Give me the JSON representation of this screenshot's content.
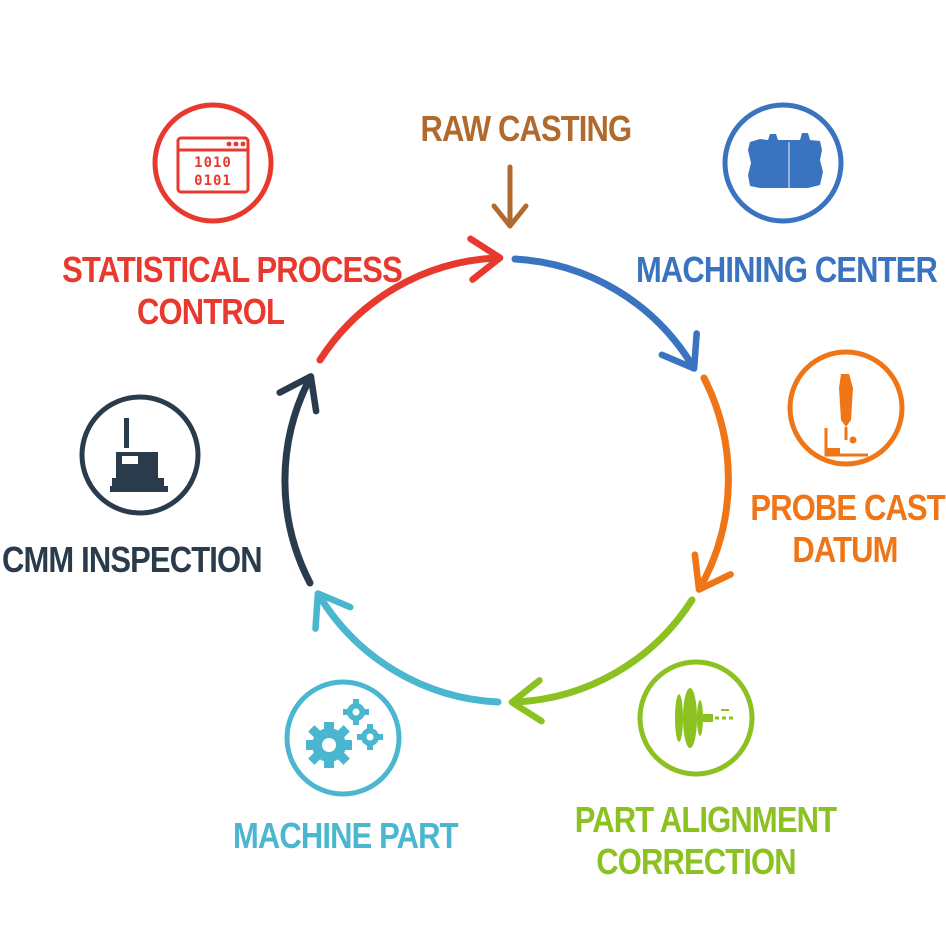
{
  "title": "RAW CASTING",
  "colors": {
    "brown": "#b06a2e",
    "red": "#e8392f",
    "blue": "#3a73bf",
    "orange": "#ef7517",
    "green": "#8bc121",
    "cyan": "#4ab6cf",
    "navy": "#2a3b4b"
  },
  "steps": [
    {
      "key": "machining_center",
      "lines": [
        "MACHINING CENTER"
      ],
      "color": "#3a73bf",
      "icon": "machining-center-icon"
    },
    {
      "key": "probe_cast_datum",
      "lines": [
        "PROBE CAST",
        "DATUM"
      ],
      "color": "#ef7517",
      "icon": "probe-icon"
    },
    {
      "key": "part_alignment_correction",
      "lines": [
        "PART ALIGNMENT",
        "CORRECTION"
      ],
      "color": "#8bc121",
      "icon": "alignment-icon"
    },
    {
      "key": "machine_part",
      "lines": [
        "MACHINE PART"
      ],
      "color": "#4ab6cf",
      "icon": "gears-icon"
    },
    {
      "key": "cmm_inspection",
      "lines": [
        "CMM INSPECTION"
      ],
      "color": "#2a3b4b",
      "icon": "cmm-icon"
    },
    {
      "key": "statistical_process_control",
      "lines": [
        "STATISTICAL PROCESS",
        "CONTROL"
      ],
      "color": "#e8392f",
      "icon": "binary-code-icon"
    }
  ],
  "spc_icon_text": [
    "1010",
    "0101"
  ]
}
